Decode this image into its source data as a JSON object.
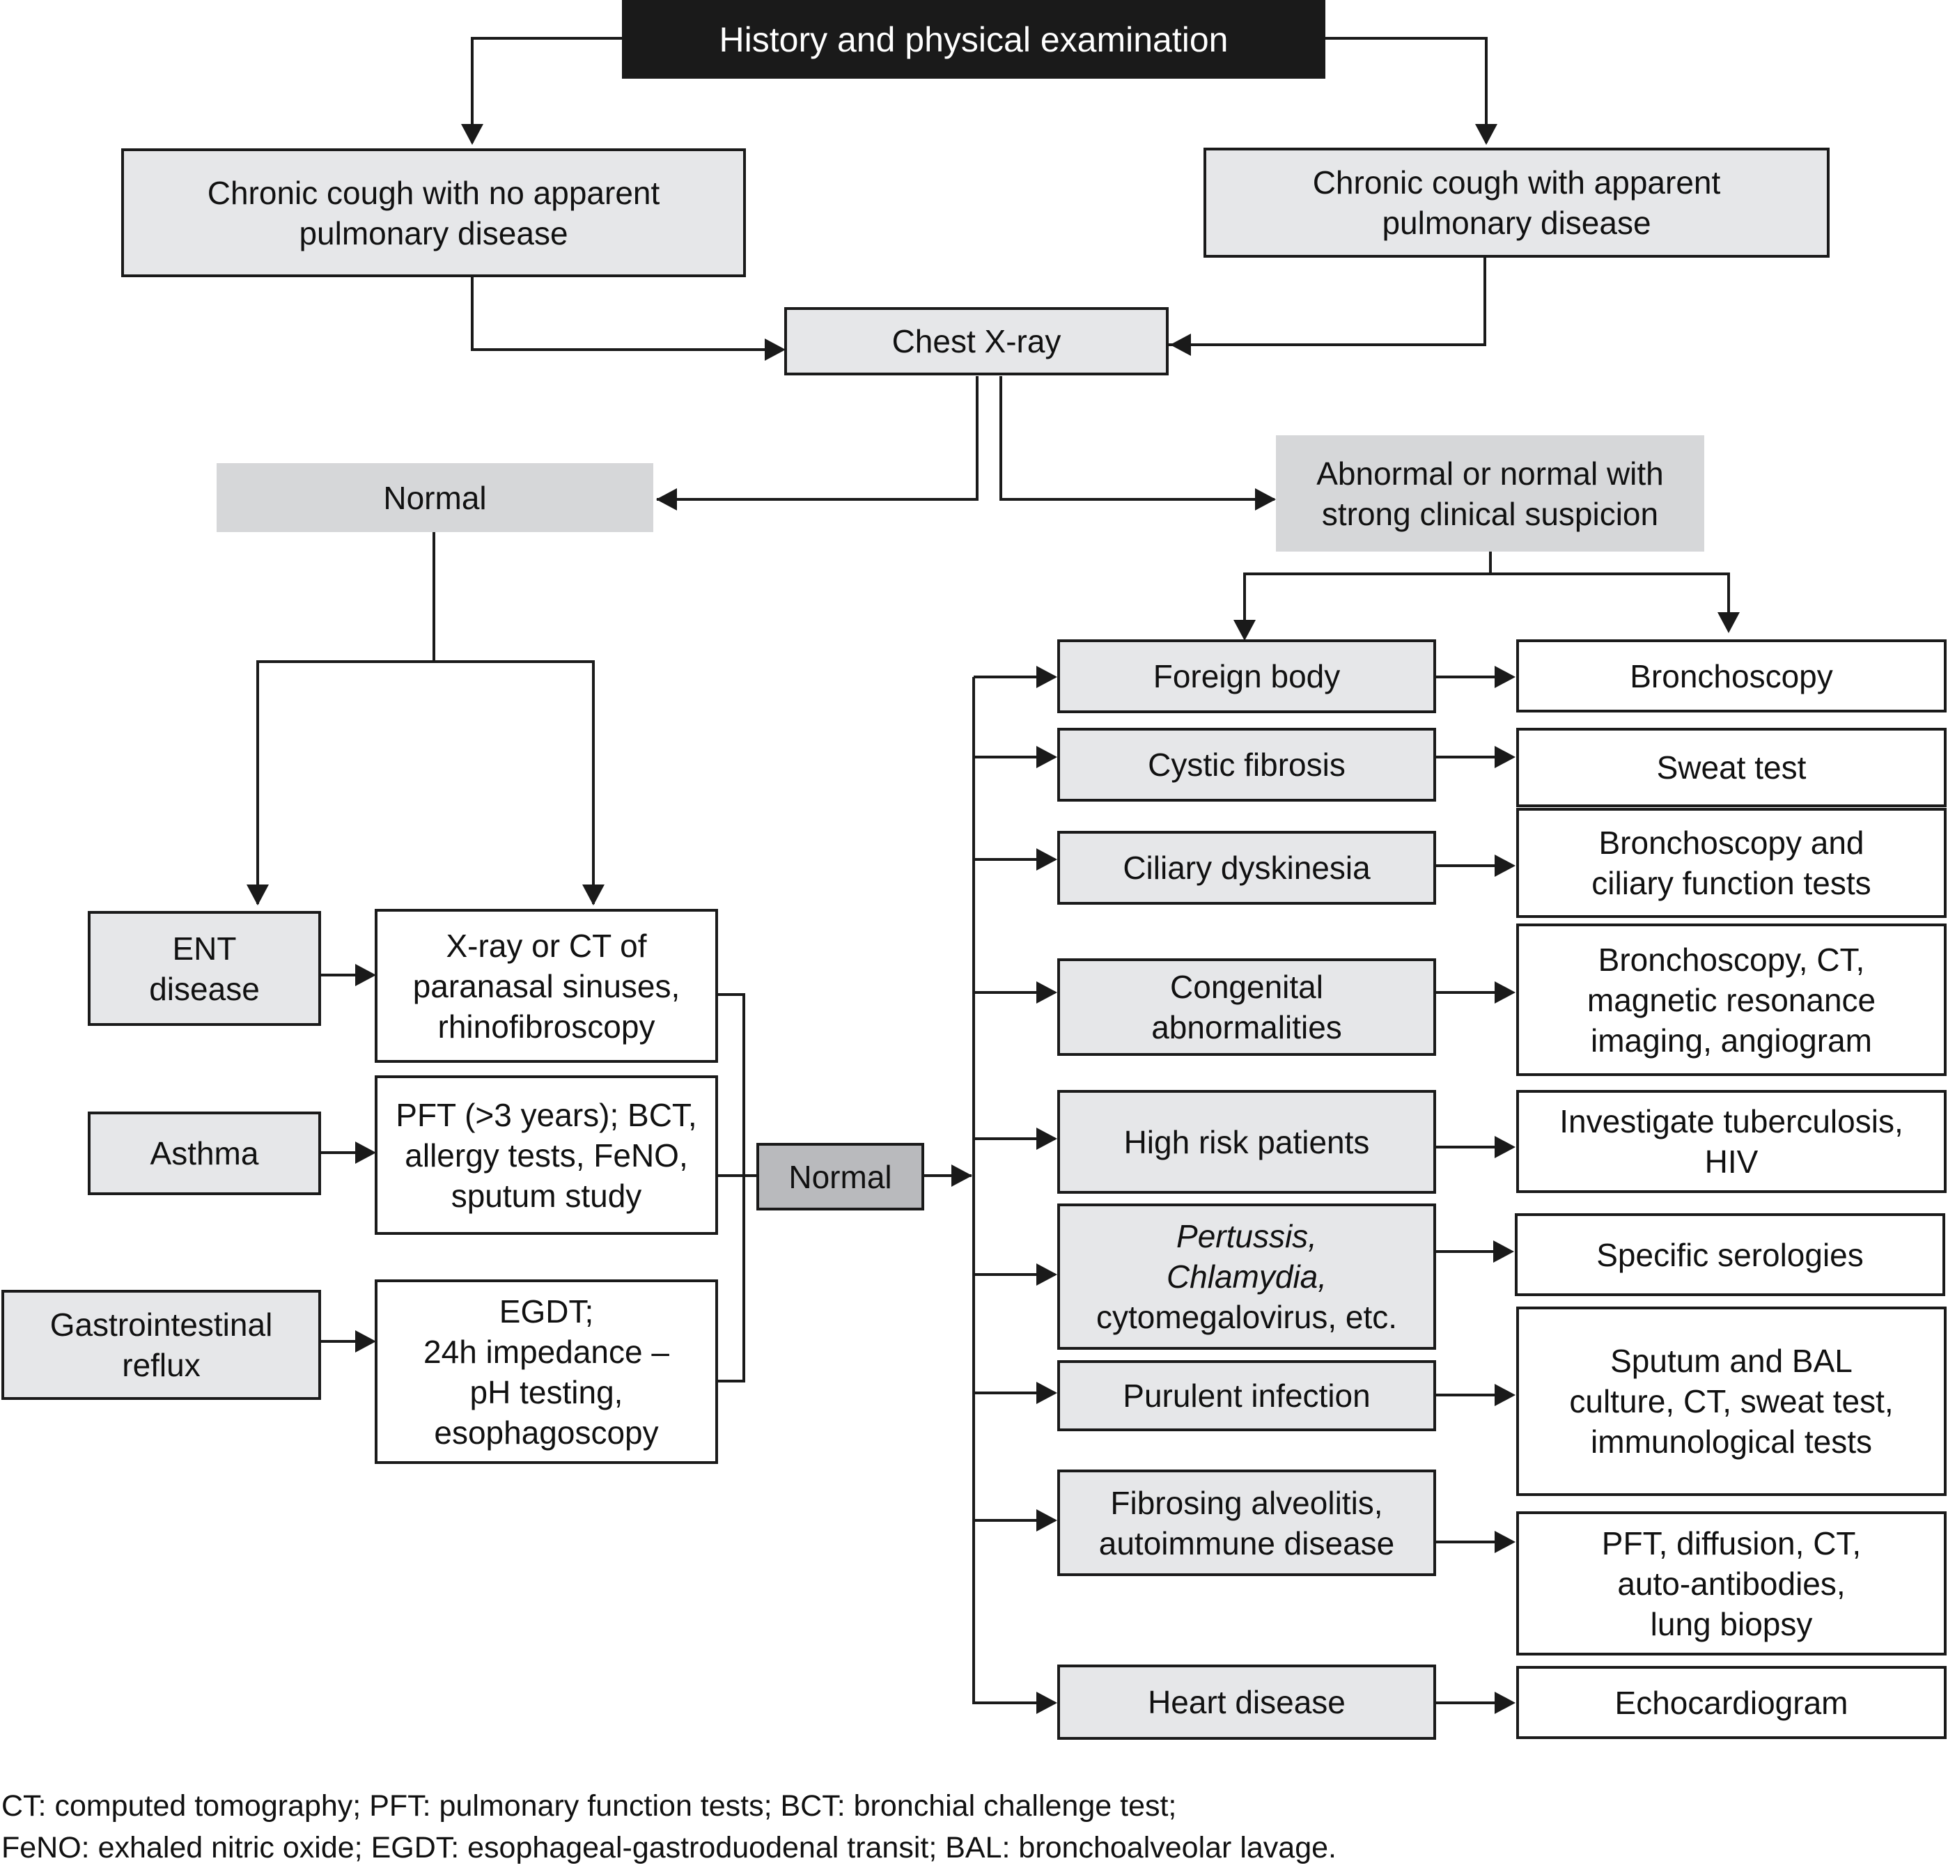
{
  "title": "History and physical examination",
  "no_disease": [
    "Chronic cough with no apparent",
    "pulmonary disease"
  ],
  "with_disease": [
    "Chronic cough with apparent",
    "pulmonary disease"
  ],
  "chest_xray": "Chest X-ray",
  "normal_left": "Normal",
  "abnormal": [
    "Abnormal or normal with",
    "strong clinical suspicion"
  ],
  "left_causes": [
    {
      "cause": [
        "ENT",
        "disease"
      ],
      "tests": [
        "X-ray or CT of",
        "paranasal sinuses,",
        "rhinofibroscopy"
      ]
    },
    {
      "cause": [
        "Asthma"
      ],
      "tests": [
        "PFT (>3 years); BCT,",
        "allergy tests, FeNO,",
        "sputum study"
      ]
    },
    {
      "cause": [
        "Gastrointestinal",
        "reflux"
      ],
      "tests": [
        "EGDT;",
        "24h impedance –",
        "pH testing,",
        "esophagoscopy"
      ]
    }
  ],
  "normal_mid": "Normal",
  "right_causes": [
    {
      "cause": [
        "Foreign body"
      ],
      "test": [
        "Bronchoscopy"
      ]
    },
    {
      "cause": [
        "Cystic fibrosis"
      ],
      "test": [
        "Sweat test"
      ]
    },
    {
      "cause": [
        "Ciliary dyskinesia"
      ],
      "test": [
        "Bronchoscopy and",
        "ciliary function tests"
      ]
    },
    {
      "cause": [
        "Congenital",
        "abnormalities"
      ],
      "test": [
        "Bronchoscopy, CT,",
        "magnetic resonance",
        "imaging, angiogram"
      ]
    },
    {
      "cause": [
        "High risk patients"
      ],
      "test": [
        "Investigate tuberculosis,",
        "HIV"
      ]
    },
    {
      "cause": [
        "Pertussis,",
        "Chlamydia,",
        "cytomegalovirus, etc."
      ],
      "test": [
        "Specific serologies"
      ]
    },
    {
      "cause": [
        "Purulent infection"
      ],
      "test": [
        "Sputum and BAL",
        "culture, CT, sweat test,",
        "immunological tests"
      ]
    },
    {
      "cause": [
        "Fibrosing alveolitis,",
        "autoimmune disease"
      ],
      "test": [
        "PFT, diffusion, CT,",
        "auto-antibodies,",
        "lung biopsy"
      ]
    },
    {
      "cause": [
        "Heart disease"
      ],
      "test": [
        "Echocardiogram"
      ]
    }
  ],
  "footnote": [
    "CT: computed tomography; PFT: pulmonary function tests; BCT: bronchial challenge test;",
    "FeNO: exhaled nitric oxide; EGDT: esophageal-gastroduodenal transit; BAL: bronchoalveolar lavage."
  ]
}
